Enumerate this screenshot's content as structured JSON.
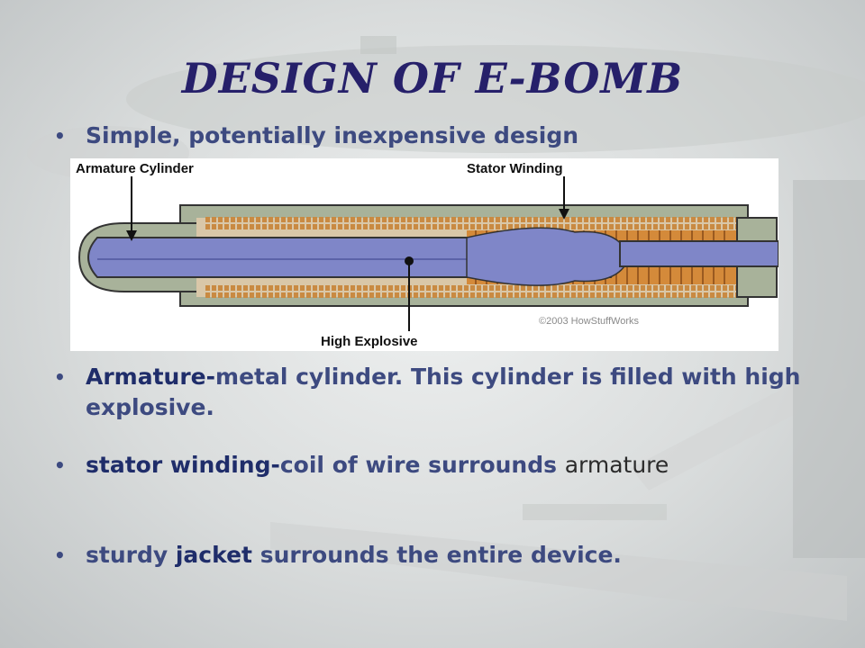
{
  "slide": {
    "title": "DESIGN OF E-BOMB",
    "bullet_symbol": "•",
    "bullets": [
      {
        "text": "Simple, potentially inexpensive design"
      },
      {
        "key": "Armature-",
        "rest": "metal cylinder. This cylinder is filled with high explosive."
      },
      {
        "key": "stator winding-",
        "rest": "coil of wire surrounds ",
        "tail": "armature"
      },
      {
        "lead": "sturdy ",
        "key": "jacket",
        "rest": " surrounds the entire device."
      }
    ]
  },
  "diagram": {
    "labels": {
      "armature": "Armature Cylinder",
      "stator": "Stator Winding",
      "explosive": "High Explosive"
    },
    "copyright": "©2003 HowStuffWorks",
    "colors": {
      "jacket": "#a8b29a",
      "armature": "#7f86c8",
      "winding": "#c98a42",
      "background": "#ffffff"
    }
  }
}
